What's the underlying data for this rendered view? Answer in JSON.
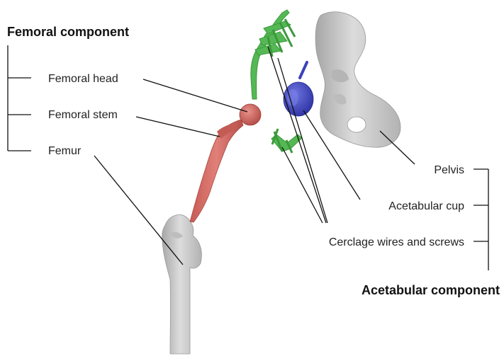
{
  "femoral_group": {
    "title": "Femoral component",
    "items": [
      "Femoral head",
      "Femoral stem",
      "Femur"
    ]
  },
  "acetabular_group": {
    "title": "Acetabular component",
    "items": [
      "Pelvis",
      "Acetabular cup",
      "Cerclage wires and screws"
    ]
  },
  "colors": {
    "bone": "#cfcfcf",
    "bone_shade": "#a8a8a8",
    "femoral_implant": "#d9706a",
    "acetabular_cup": "#4b52c8",
    "wires_screws": "#4cb04c"
  }
}
